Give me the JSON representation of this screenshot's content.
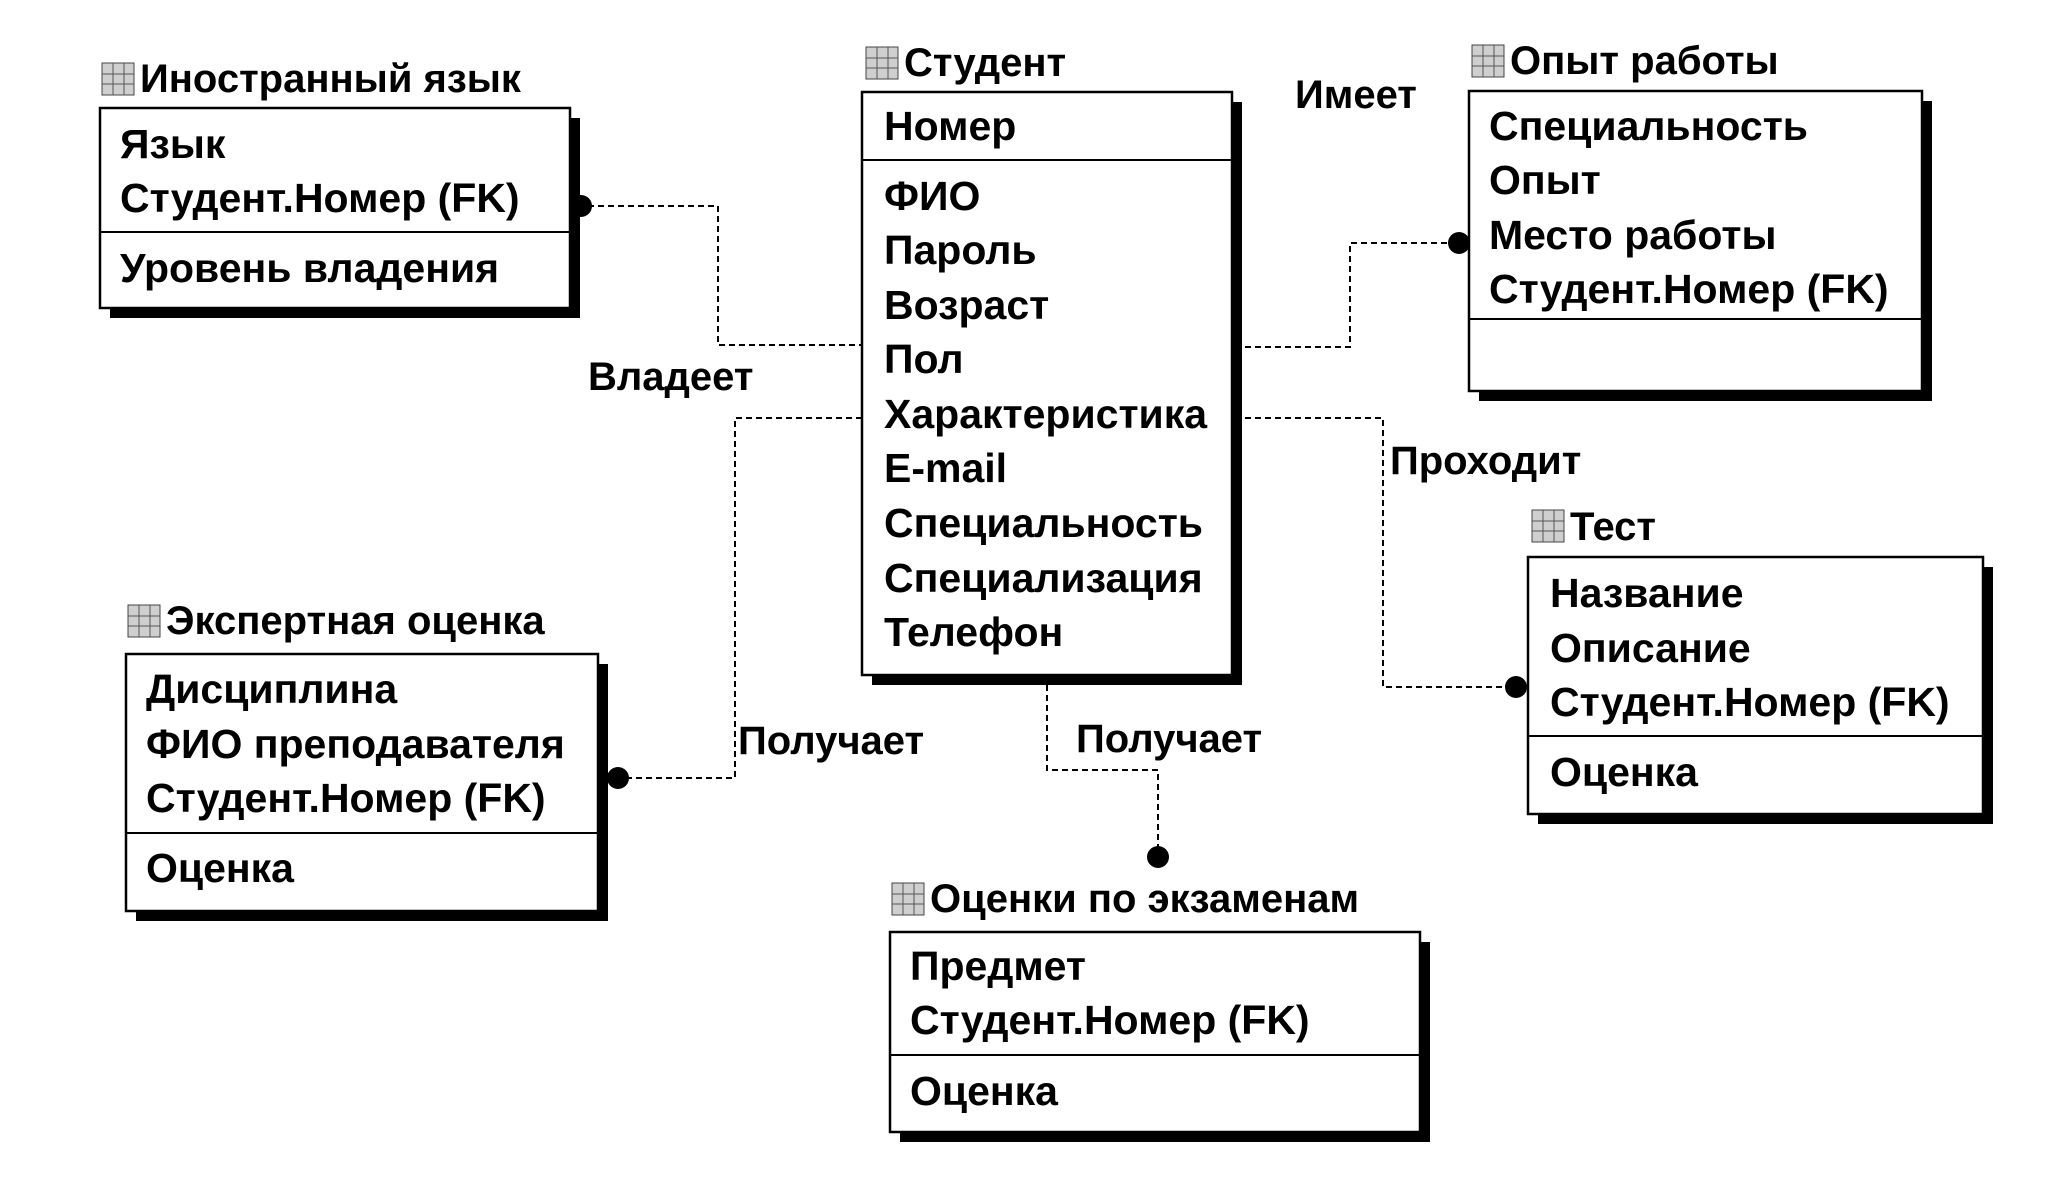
{
  "entities": [
    {
      "id": "student",
      "name": "Студент",
      "icon": "table-icon",
      "key_attributes": [
        "Номер"
      ],
      "attributes": [
        "ФИО",
        "Пароль",
        "Возраст",
        "Пол",
        "Характеристика",
        "E-mail",
        "Специальность",
        "Специализация",
        "Телефон"
      ]
    },
    {
      "id": "foreign_language",
      "name": "Иностранный язык",
      "icon": "table-icon",
      "key_attributes": [
        "Язык",
        "Студент.Номер (FK)"
      ],
      "attributes": [
        "Уровень владения"
      ]
    },
    {
      "id": "work_experience",
      "name": "Опыт работы",
      "icon": "table-icon",
      "key_attributes": [
        "Специальность",
        "Опыт",
        "Место работы",
        "Студент.Номер (FK)"
      ],
      "attributes": []
    },
    {
      "id": "test",
      "name": "Тест",
      "icon": "table-icon",
      "key_attributes": [
        "Название",
        "Описание",
        "Студент.Номер (FK)"
      ],
      "attributes": [
        "Оценка"
      ]
    },
    {
      "id": "expert_rating",
      "name": "Экспертная оценка",
      "icon": "table-icon",
      "key_attributes": [
        "Дисциплина",
        "ФИО преподавателя",
        "Студент.Номер (FK)"
      ],
      "attributes": [
        "Оценка"
      ]
    },
    {
      "id": "exam_grades",
      "name": "Оценки по экзаменам",
      "icon": "table-icon",
      "key_attributes": [
        "Предмет",
        "Студент.Номер (FK)"
      ],
      "attributes": [
        "Оценка"
      ]
    }
  ],
  "relationships": [
    {
      "id": "owns",
      "label": "Владеет",
      "from": "student",
      "to": "foreign_language"
    },
    {
      "id": "has",
      "label": "Имеет",
      "from": "student",
      "to": "work_experience"
    },
    {
      "id": "passes",
      "label": "Проходит",
      "from": "student",
      "to": "test"
    },
    {
      "id": "receives_expert",
      "label": "Получает",
      "from": "student",
      "to": "expert_rating"
    },
    {
      "id": "receives_exam",
      "label": "Получает",
      "from": "student",
      "to": "exam_grades"
    }
  ]
}
